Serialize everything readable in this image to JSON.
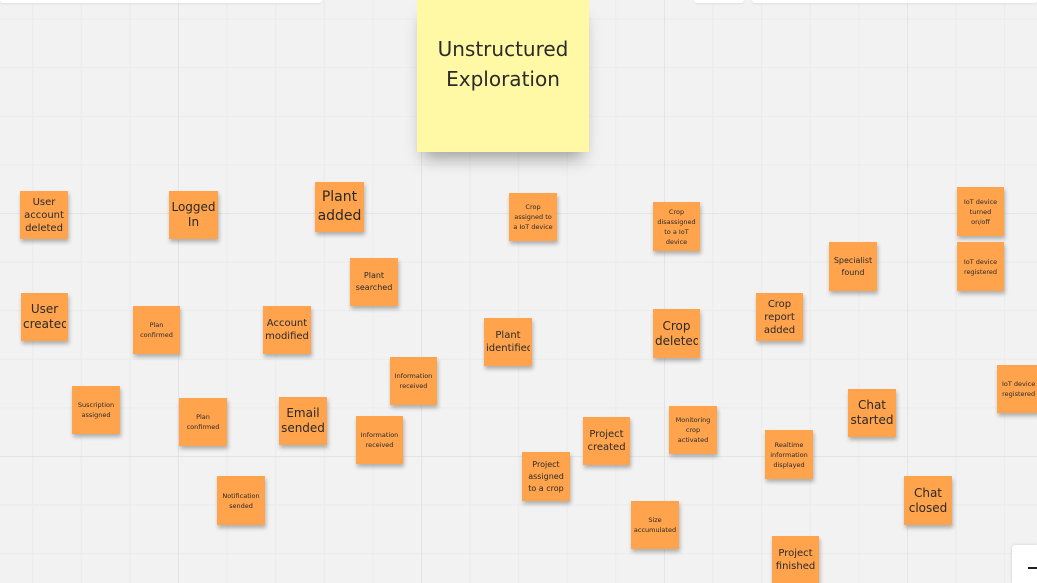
{
  "board": {
    "title": "Unstructured\nExploration",
    "notes": [
      {
        "id": "user-account-deleted",
        "text": "User\naccount\ndeleted"
      },
      {
        "id": "logged-in",
        "text": "Logged\nIn"
      },
      {
        "id": "plant-added",
        "text": "Plant\nadded"
      },
      {
        "id": "crop-assigned-to-iot",
        "text": "Crop\nassigned to\na IoT device"
      },
      {
        "id": "crop-disassigned",
        "text": "Crop\ndisassigned\nto a IoT\ndevice"
      },
      {
        "id": "iot-device-turned",
        "text": "IoT device\nturned\non/off"
      },
      {
        "id": "specialist-found",
        "text": "Specialist\nfound"
      },
      {
        "id": "iot-device-registered-1",
        "text": "IoT device\nregistered"
      },
      {
        "id": "plant-searched",
        "text": "Plant\nsearched"
      },
      {
        "id": "user-created",
        "text": "User\ncreated"
      },
      {
        "id": "plan-confirmed-1",
        "text": "Plan\nconfirmed"
      },
      {
        "id": "account-modified",
        "text": "Account\nmodified"
      },
      {
        "id": "plant-identified",
        "text": "Plant\nidentified"
      },
      {
        "id": "crop-deleted",
        "text": "Crop\ndeleted"
      },
      {
        "id": "crop-report-added",
        "text": "Crop\nreport\nadded"
      },
      {
        "id": "information-received-1",
        "text": "Information\nreceived"
      },
      {
        "id": "iot-device-registered-2",
        "text": "IoT device\nregistered"
      },
      {
        "id": "suscription-assigned",
        "text": "Suscription\nassigned"
      },
      {
        "id": "plan-confirmed-2",
        "text": "Plan\nconfirmed"
      },
      {
        "id": "email-sended",
        "text": "Email\nsended"
      },
      {
        "id": "information-received-2",
        "text": "Information\nreceived"
      },
      {
        "id": "chat-started",
        "text": "Chat\nstarted"
      },
      {
        "id": "monitoring-crop-activated",
        "text": "Monitoring\ncrop\nactivated"
      },
      {
        "id": "project-created",
        "text": "Project\ncreated"
      },
      {
        "id": "realtime-information-displayed",
        "text": "Realtime\ninformation\ndisplayed"
      },
      {
        "id": "project-assigned-to-crop",
        "text": "Project\nassigned\nto a crop"
      },
      {
        "id": "notification-sended",
        "text": "Notification\nsended"
      },
      {
        "id": "chat-closed",
        "text": "Chat\nclosed"
      },
      {
        "id": "size-accumulated",
        "text": "Size\naccumulated"
      },
      {
        "id": "project-finished",
        "text": "Project\nfinished"
      }
    ]
  }
}
